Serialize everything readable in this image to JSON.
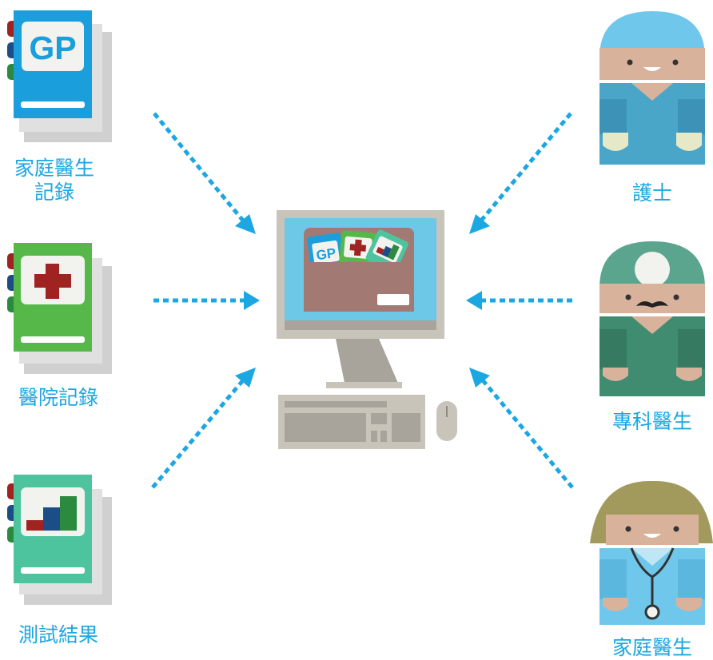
{
  "records": {
    "gp_records": {
      "label": "家庭醫生\n記錄",
      "badge": "GP",
      "icon": "gp-badge-icon"
    },
    "hospital_records": {
      "label": "醫院記錄",
      "icon": "red-cross-icon"
    },
    "test_results": {
      "label": "測試結果",
      "icon": "bar-chart-icon"
    }
  },
  "center": {
    "device": "desktop-computer",
    "folder_badge": "GP"
  },
  "people": {
    "nurse": {
      "label": "護士",
      "icon": "nurse-icon"
    },
    "specialist": {
      "label": "專科醫生",
      "icon": "specialist-doctor-icon"
    },
    "gp": {
      "label": "家庭醫生",
      "icon": "gp-doctor-icon"
    }
  },
  "colors": {
    "arrow": "#1ba7e1",
    "gp_book": "#1a9fdc",
    "hospital_book": "#55b848",
    "test_book": "#4ec49e",
    "tab_red": "#9e2321",
    "tab_blue": "#1c4d87",
    "tab_green": "#2b8a3e",
    "monitor": "#c8c4ba",
    "screen": "#6dc8e8",
    "folder": "#a37a73"
  }
}
